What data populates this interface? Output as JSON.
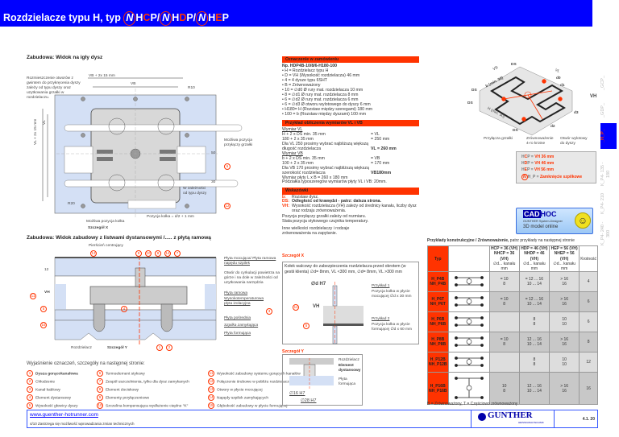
{
  "header": {
    "title_prefix": "Rozdzielacze typu H, typ ",
    "n": "N",
    "t1a": "H",
    "t1b": "C",
    "t1c": "P/",
    "t2a": "H",
    "t2b": "D",
    "t2c": "P/",
    "t3a": "H",
    "t3b": "E",
    "t3c": "P"
  },
  "section1": {
    "title": "Zabudowa: Widok na igły dysz",
    "note": "Rozmieszczenie otworów z gwintem do przykręcenia dyszy zależy od typu dyszy oraz uzytkowania grzałki w rozdzielaczu.",
    "dim_top1": "VB + 2x 15 mm",
    "dim_top2": "VB",
    "dim_left1": "VL + 2x 15 mm",
    "dim_left2": "VL",
    "r10": "R10",
    "r20": "R20",
    "dim50": "50",
    "dim30": "30",
    "heater_pos": "Możliwa pozycja przyłączy grzałki",
    "nozzle_dep": "W zależności od typu dyszy",
    "pin_pos": "Możliwa pozycja kołka",
    "detail_x": "Szczegół X",
    "pin_formula_a": "Pozycja kołka",
    "pin_formula_b": "= d/2 + 1 mm",
    "c6": "6",
    "c12": "12"
  },
  "section2": {
    "title": "Zabudowa: Widok zabudowy z listwami dystansowymi /..... z płytą ramową",
    "centering": "Pierścień centrujący",
    "labels": [
      "Płyta mocująca/ Płyta ramowa napędu szpilek",
      "Otwór do cyrkulacji powietrza na górze i na dole w zależności od uzytkowania narzędzia",
      "Płyta ramowa",
      "Wysokotemperaturowa płyta izolacyjna",
      "Płyta pośrednia",
      "Szpilka zamykająca",
      "Płyta formująca"
    ],
    "dim12": "12",
    "vh": "VH",
    "distributor": "Rozdzielacz",
    "detail_y": "Szczegół Y",
    "callouts_top": [
      "13",
      "9",
      "10",
      "8",
      "14",
      "7"
    ],
    "callouts_left": [
      "11",
      "5",
      "15"
    ],
    "c4": "4",
    "c3": "3",
    "c1": "1",
    "c2": "2"
  },
  "legend": {
    "title": "Wyjaśnienie oznaczeń, szczegóły na następnej stronie:",
    "items": [
      [
        "1",
        "Dysza gorącokanałowa"
      ],
      [
        "2",
        "Chłodzenie"
      ],
      [
        "3",
        "Kanał kablowy"
      ],
      [
        "4",
        "Element dystansowy"
      ],
      [
        "5",
        "Wysokość głowicy dyszy"
      ],
      [
        "6",
        "Termoelement stykowy"
      ],
      [
        "7",
        "Zespół uszczelnienia, tylko dla dysz zamykanych"
      ],
      [
        "8",
        "Element dociskowy"
      ],
      [
        "9",
        "Elementy przyłączeniowe"
      ],
      [
        "10",
        "Szczelina kompensująca wydłużenie cieplne \"K\""
      ],
      [
        "11",
        "Wysokość zabudowy systemu gorących kanałów"
      ],
      [
        "12",
        "Połączenie śrubowe w pobliżu rozdzielacza"
      ],
      [
        "13",
        "Otwory w płycie mocującej"
      ],
      [
        "14",
        "Napędy szpilek zamykających"
      ],
      [
        "15",
        "Głębokość zabudowy w płycie formującej"
      ]
    ]
  },
  "order": {
    "header": "Oznaczenie w zamówieniu",
    "example": "Np. HDP4B-10/8/6-H180-100",
    "lines": [
      "• H   = Rozdzielacz typu H",
      "• D   = VH (Wysokość rozdzielacza) 46 mm",
      "• 4   = 4 dysze typu 6SHT",
      "• B   = Zrównoważony",
      "• 10 = ∅d0 Ø rury mat. rozdzielacza 10 mm",
      "• 8   = ∅d1 Ø rury mat. rozdzielacza 8 mm",
      "• 6   = ∅d2 Ø rury mat. rozdzielacza 6 mm",
      "• 6   = ∅d3 Ø otworu wylotowego do dyszy 6 mm",
      "• H180= H (Rozstaw między szeregami) 180 mm",
      "• 100 = b (Rozstaw między dyszami) 100 mm"
    ]
  },
  "calc": {
    "header": "Przykład obliczenia wymiarów VL i VB",
    "vl_title": "Wymiar VL",
    "vl_l1": "H + 2 x DS min. 35 mm",
    "vl_r1": "= VL",
    "vl_l2": "180 + 2 x 35 mm",
    "vl_r2": "= 250 mm",
    "vl_l3": "Dla VL 250 prosimy wybrać najbliższą większą",
    "vl_l4": "długość rozdzielacza",
    "vl_r4": "VL = 260 mm",
    "vb_title": "Wymiar VB",
    "vb_l1": "b + 2 x DS min. 35 mm",
    "vb_r1": "= VB",
    "vb_l2": "100 + 2 x 35 mm",
    "vb_r2": "= 170 mm",
    "vb_l3": "Dla VB 170 prosimy wybrać najbliższą większą",
    "vb_l4": "szerokość rozdzielacza",
    "vb_r4": "VB180mm",
    "plate": "Wymiar płyty L x B = 260 x 180 mm",
    "step": "Podziałka typoszeregów wymiarów płyty VL i VB: 20mm."
  },
  "hints": {
    "header": "Wskazówki",
    "b_k": "b:",
    "b_v": "Rozstaw dysz.",
    "ds_k": "DS:",
    "ds_v": "Odległość od krawędzi - patrz: dalsza strona.",
    "vh_k": "VH:",
    "vh_v": "Wysokość rozdzielacza (VH) zależy od średnicy kanału, liczby dysz oraz rodzaju zrównoważenia.",
    "p1": "Pozycja przyłączy grzałki zależy od rozmiaru.",
    "p2": "Stała pozycja stykowego czujnika temperatury.",
    "p3": "Inne wielkości rozdzielaczy i rodzaje zrównoważenia na zapytanie."
  },
  "detailx": {
    "title": "Szczegół X",
    "text": "Kołek walcowy do zabezpieczenia rozdzielacza przed obrotem (w gestii klienta) ∅d= 8mm, VL <300 mm, ∅d= 8mm, VL >300 mm",
    "od": "∅d H7",
    "ex1": "Przykład 1",
    "ex1t": "Pozycja kołka w płycie mocującej ∅d x 30 mm",
    "ex2": "Przykład 2",
    "ex2t": "Pozycja kołka w płycie formującej ∅d x 60 mm",
    "vh": "VH",
    "c11": "11",
    "c5": "5"
  },
  "detaily": {
    "title": "Szczegół Y",
    "rozdz": "Rozdzielacz",
    "element": "Element dystansowy",
    "plyta": "Płyta formująca",
    "d16": "∅16 H7",
    "d28": "∅28 H7"
  },
  "iso": {
    "vb": "VB",
    "vl": "VL",
    "b": "b (min. 30)",
    "h": "H (min. 30)",
    "ds": "DS",
    "vh": "VH",
    "d0": "d0",
    "d1": "d1",
    "d2": "d2",
    "d3": "d3",
    "heaters": "Przyłącza grzałki",
    "balance": "Zrównoważenie 4-ro krotne",
    "outlet": "Otwór wylotowy do dyszy"
  },
  "variants": {
    "l1a": "H",
    "l1b": "C",
    "l1c": "P = ",
    "l1d": "VH 36 mm",
    "l2a": "H",
    "l2b": "D",
    "l2c": "P = ",
    "l2d": "VH 46 mm",
    "l3a": "H",
    "l3b": "E",
    "l3c": "P = ",
    "l3d": "VH 56 mm",
    "l4a": "N",
    "l4b": "H_P = ",
    "l4c": "Zamknięcie szpilkowe"
  },
  "tabs": [
    "_GCP_",
    "_GDP_",
    "_H_P_",
    "K_P4- 135 - 180",
    "K_P4- 210",
    "K_P4- 240 - 300"
  ],
  "cadhoc": {
    "a": "CAD",
    "b": "HOC",
    "sub": "GÜNTHER System-Designer",
    "model": "3D model online"
  },
  "examples": {
    "title": "Przykłady konstrukcyjne / Zrównoważenie,",
    "title2": " patrz przykłady na następnej stronie",
    "typ": "Typ",
    "hcp1": "HCP = 36 (VH)",
    "hcp2": "NHCP = 36 (VH)",
    "hdp1": "HDP = 46 (VH)",
    "hdp2": "NHDP = 46 (VH)",
    "hep1": "HEP = 56 (VH)",
    "hep2": "NHEP = 56 (VH)",
    "sub": "∅d... kanału mm",
    "krot": "Krotność",
    "rows": [
      {
        "t1": "H_P4B",
        "t2": "NH_P4B",
        "hcp": [
          "= 10",
          "8"
        ],
        "hdp": [
          "= 12 ... 16",
          "10 ... 14"
        ],
        "hep": [
          "> 16",
          "16"
        ],
        "k": "4"
      },
      {
        "t1": "H_P6T",
        "t2": "NH_P6T",
        "hcp": [
          "= 10",
          "8"
        ],
        "hdp": [
          "= 12 ... 16",
          "10 ... 14"
        ],
        "hep": [
          "> 16",
          "16"
        ],
        "k": "6"
      },
      {
        "t1": "H_P6B",
        "t2": "NH_P6B",
        "hcp": [
          "",
          ""
        ],
        "hdp": [
          "8",
          "8"
        ],
        "hep": [
          "10",
          "10"
        ],
        "k": "6"
      },
      {
        "t1": "H_P8B",
        "t2": "NH_P8B",
        "hcp": [
          "= 10",
          "8"
        ],
        "hdp": [
          "12 ... 16",
          "10 ... 14"
        ],
        "hep": [
          "> 16",
          "16"
        ],
        "k": "8"
      },
      {
        "t1": "H_P12B",
        "t2": "NH_P12B",
        "hcp": [
          "",
          ""
        ],
        "hdp": [
          "8",
          "8"
        ],
        "hep": [
          "10",
          "10"
        ],
        "k": "12"
      },
      {
        "t1": "H_P16B",
        "t2": "NH_P16B",
        "hcp": [
          "10",
          "8"
        ],
        "hdp": [
          "12 ... 16",
          "10 ... 14"
        ],
        "hep": [
          "> 16",
          "16"
        ],
        "k": "16"
      }
    ],
    "legend": "B = Zrównoważony, T = Częściowo zrównoważony"
  },
  "footer": {
    "url": "www.guenther-hotrunner.com",
    "note": "4/10 Zastrzega się możliwość wprowadzania zmian technicznych",
    "logo": "GUNTHER",
    "logo_sub": "HEISSKANALTECHNIK",
    "page": "4.1. 20"
  }
}
